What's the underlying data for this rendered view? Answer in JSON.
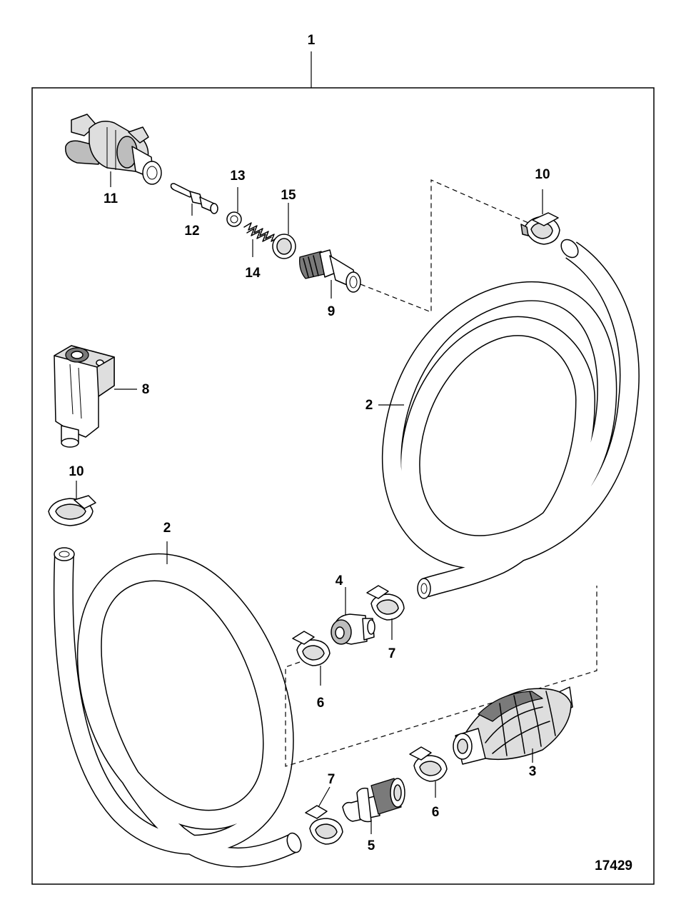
{
  "figure_number": "17429",
  "callouts": {
    "c1": "1",
    "c2a": "2",
    "c2b": "2",
    "c3": "3",
    "c4": "4",
    "c5": "5",
    "c6a": "6",
    "c6b": "6",
    "c7a": "7",
    "c7b": "7",
    "c8": "8",
    "c9": "9",
    "c10a": "10",
    "c10b": "10",
    "c11": "11",
    "c12": "12",
    "c13": "13",
    "c14": "14",
    "c15": "15"
  }
}
